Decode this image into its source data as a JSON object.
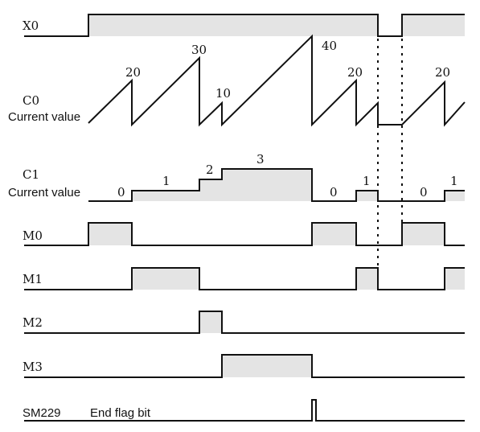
{
  "signals": {
    "x0": "X0",
    "c0": "C0",
    "c0_sub": "Current value",
    "c1": "C1",
    "c1_sub": "Current value",
    "m0": "M0",
    "m1": "M1",
    "m2": "M2",
    "m3": "M3",
    "sm229": "SM229",
    "sm229_desc": "End flag bit"
  },
  "c0_values": {
    "v1": "20",
    "v2": "30",
    "v3": "10",
    "v4": "40",
    "v5": "20",
    "v6": "20"
  },
  "c1_values": {
    "v1": "0",
    "v2": "1",
    "v3": "2",
    "v4": "3",
    "v5": "0",
    "v6": "1",
    "v7": "0",
    "v8": "1"
  },
  "colors": {
    "line": "#111111",
    "fill": "#e4e4e4"
  }
}
